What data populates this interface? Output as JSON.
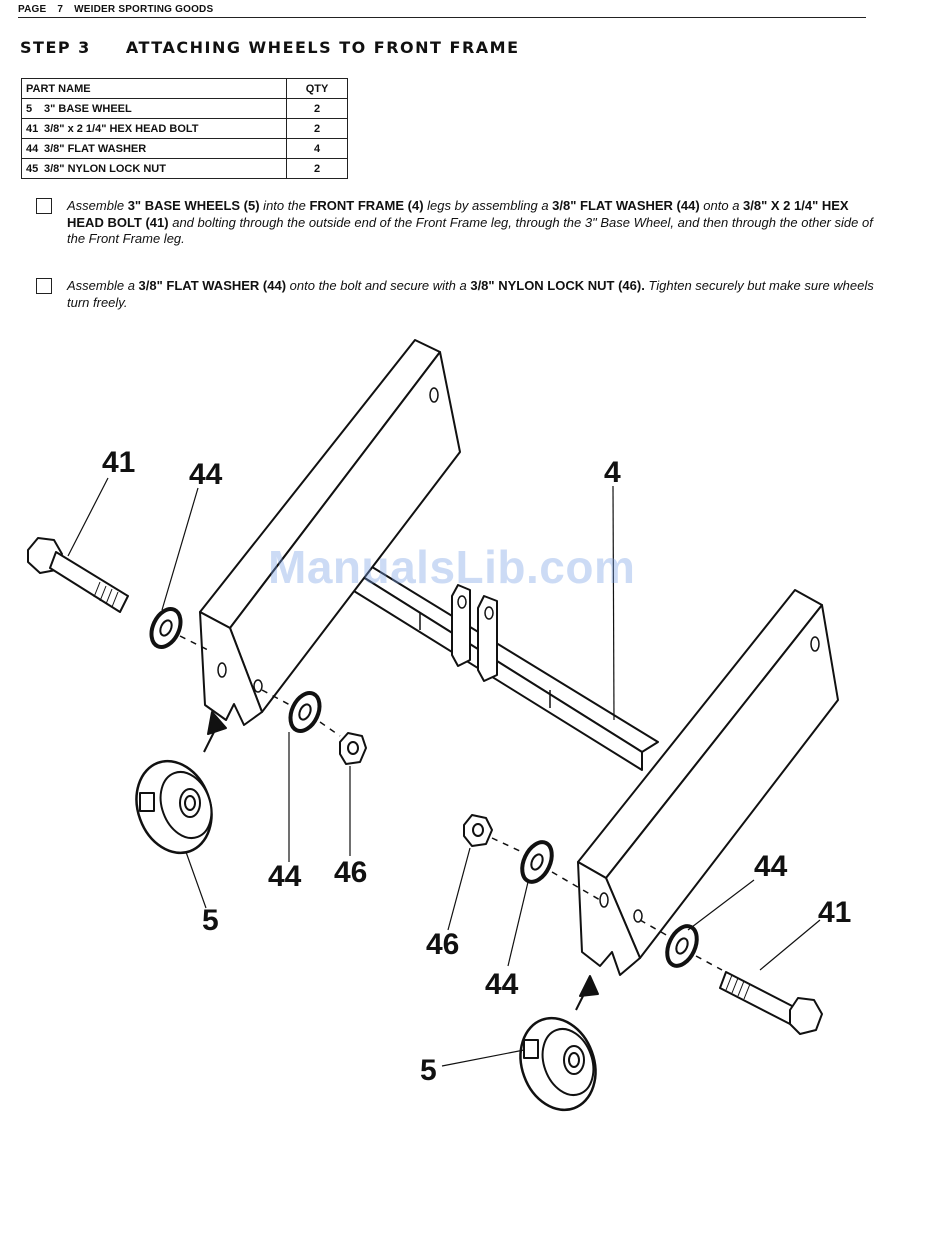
{
  "header": {
    "page_label": "PAGE",
    "page_number": "7",
    "company": "WEIDER SPORTING GOODS"
  },
  "step": {
    "label": "STEP 3",
    "title": "ATTACHING WHEELS TO FRONT FRAME"
  },
  "parts_table": {
    "headers": {
      "name": "PART NAME",
      "qty": "QTY"
    },
    "rows": [
      {
        "num": "5",
        "name": "3\" BASE WHEEL",
        "qty": "2"
      },
      {
        "num": "41",
        "name": "3/8\" x 2 1/4\" HEX HEAD BOLT",
        "qty": "2"
      },
      {
        "num": "44",
        "name": "3/8\" FLAT WASHER",
        "qty": "4"
      },
      {
        "num": "45",
        "name": "3/8\" NYLON LOCK NUT",
        "qty": "2"
      }
    ]
  },
  "instructions": [
    {
      "parts": [
        {
          "t": "Assemble ",
          "b": false
        },
        {
          "t": "3\" BASE WHEELS (5)",
          "b": true
        },
        {
          "t": " into the ",
          "b": false
        },
        {
          "t": "FRONT FRAME (4)",
          "b": true
        },
        {
          "t": " legs by assembling a ",
          "b": false
        },
        {
          "t": "3/8\" FLAT WASHER (44)",
          "b": true
        },
        {
          "t": " onto a ",
          "b": false
        },
        {
          "t": "3/8\" X 2 1/4\" HEX HEAD BOLT (41)",
          "b": true
        },
        {
          "t": " and bolting through the outside end of the Front Frame leg, through the 3\" Base Wheel, and then through the other side of the Front Frame leg.",
          "b": false
        }
      ]
    },
    {
      "parts": [
        {
          "t": "Assemble a ",
          "b": false
        },
        {
          "t": "3/8\" FLAT WASHER (44)",
          "b": true
        },
        {
          "t": " onto the bolt and secure with a ",
          "b": false
        },
        {
          "t": "3/8\" NYLON LOCK NUT (46).",
          "b": true
        },
        {
          "t": " Tighten securely but make sure wheels turn freely.",
          "b": false
        }
      ]
    }
  ],
  "diagram": {
    "callouts": {
      "bolt_left": "41",
      "washer_left_outer": "44",
      "frame": "4",
      "washer_left_inner": "44",
      "nut_left": "46",
      "wheel_left": "5",
      "washer_right_outer": "44",
      "bolt_right": "41",
      "nut_right": "46",
      "washer_right_inner": "44",
      "wheel_right": "5"
    }
  },
  "watermark": "ManualsLib.com"
}
